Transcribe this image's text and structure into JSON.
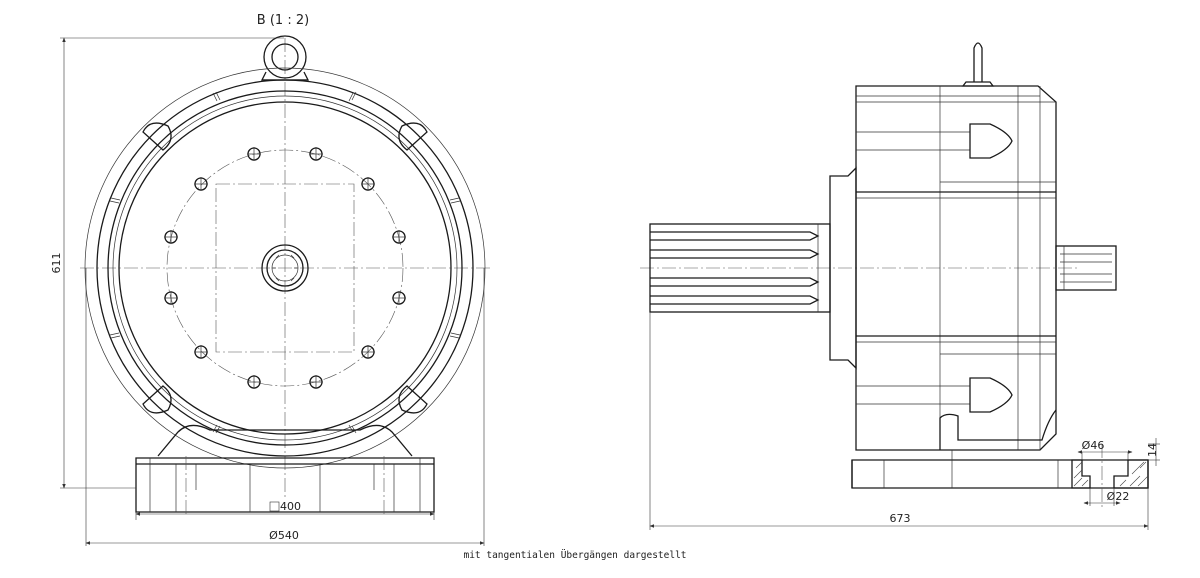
{
  "view_title": "B (1 : 2)",
  "dimensions": {
    "height": "611",
    "square_base": "400",
    "diameter_outer": "Ø540",
    "length": "673",
    "hole_top": "Ø46",
    "hole_depth": "14",
    "hole_bottom": "Ø22"
  },
  "note": "mit tangentialen Übergängen dargestellt"
}
